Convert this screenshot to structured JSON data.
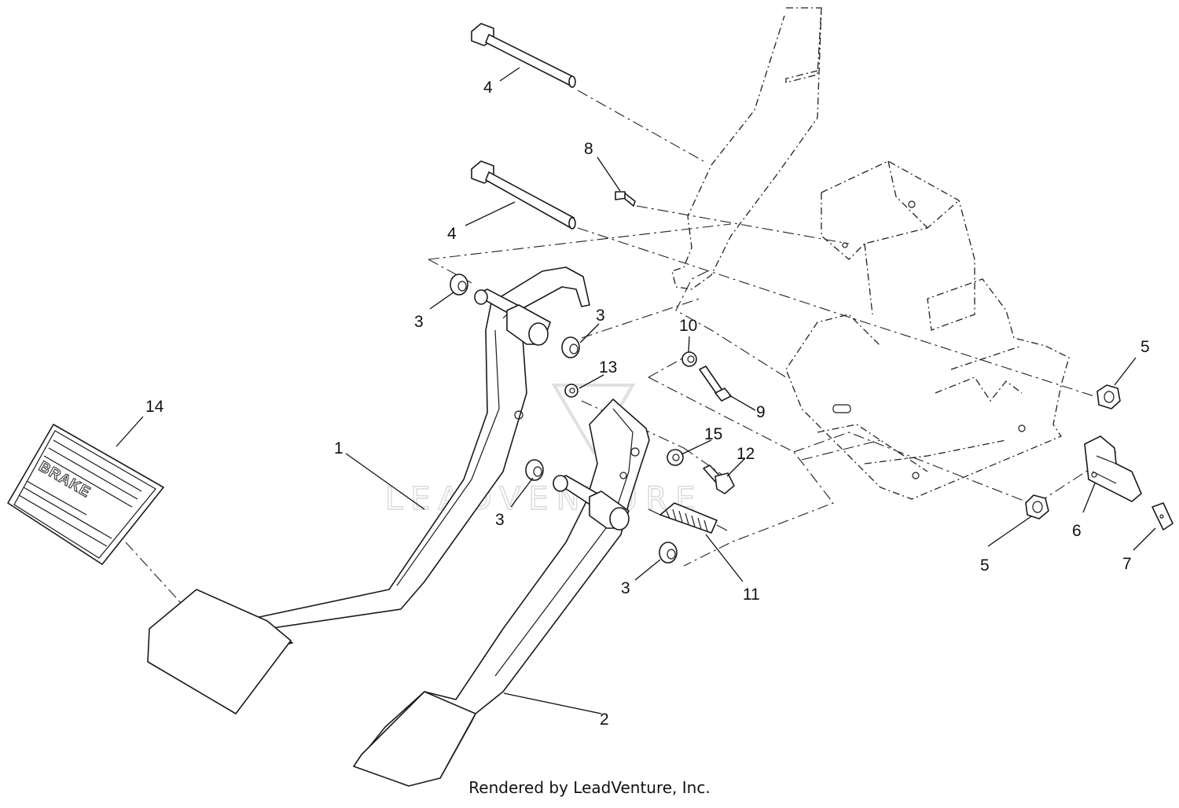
{
  "diagram": {
    "pad_label": "BRAKE",
    "watermark": "LEADVENTURE",
    "credit": "Rendered by LeadVenture, Inc.",
    "callouts": [
      "1",
      "2",
      "3",
      "3",
      "3",
      "3",
      "4",
      "4",
      "5",
      "5",
      "6",
      "7",
      "8",
      "9",
      "10",
      "11",
      "12",
      "13",
      "14",
      "15"
    ]
  }
}
